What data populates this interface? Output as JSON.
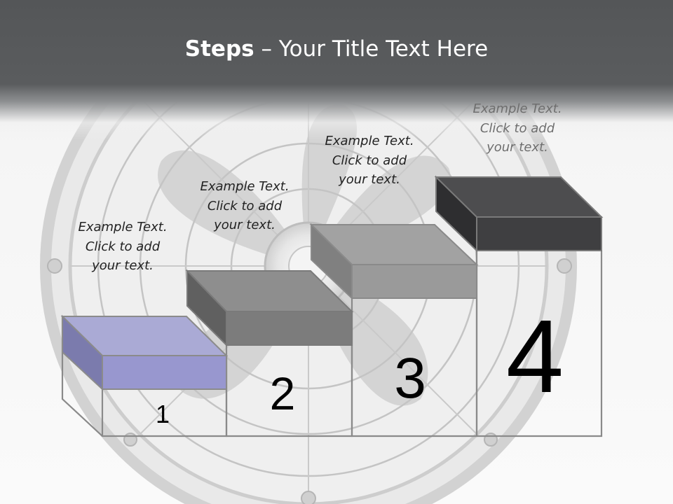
{
  "title": {
    "bold": "Steps",
    "rest": " – Your Title Text Here"
  },
  "steps": [
    {
      "number": "1",
      "lines": [
        "Example Text.",
        "Click  to add",
        "your text."
      ],
      "color": "#9c9bd1"
    },
    {
      "number": "2",
      "lines": [
        "Example Text.",
        "Click  to add",
        "your text."
      ],
      "color": "#7e7e7e"
    },
    {
      "number": "3",
      "lines": [
        "Example Text.",
        "Click  to add",
        "your text."
      ],
      "color": "#9a9a9a"
    },
    {
      "number": "4",
      "lines": [
        "Example Text.",
        "Click  to add",
        "your text."
      ],
      "color": "#424244"
    }
  ]
}
